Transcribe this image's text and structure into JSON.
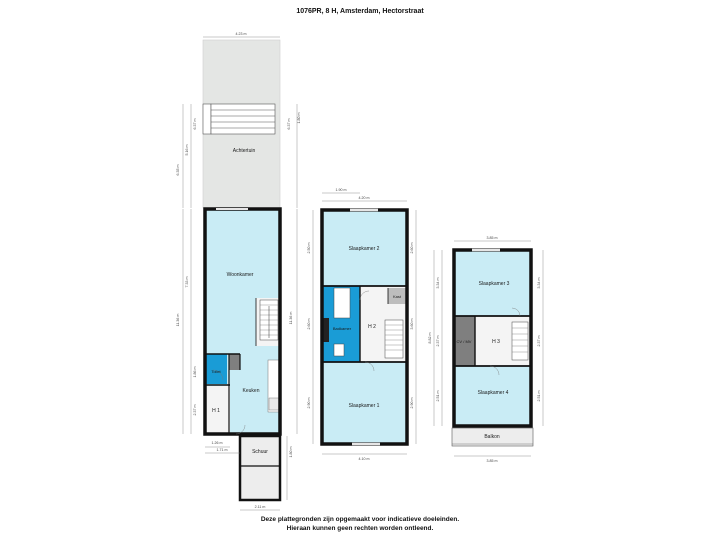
{
  "title": "1076PR, 8 H, Amsterdam, Hectorstraat",
  "footer": {
    "line1": "Deze plattegronden zijn opgemaakt voor indicatieve doeleinden.",
    "line2": "Hieraan kunnen geen rechten worden ontleend."
  },
  "rooms": {
    "achtertuin": "Achtertuin",
    "woonkamer": "Woonkamer",
    "toilet": "Toilet",
    "keuken": "Keuken",
    "h1": "H 1",
    "schuur": "Schuur",
    "slaapkamer2": "Slaapkamer 2",
    "badkamer": "Badkamer",
    "h2": "H 2",
    "kast": "Kast",
    "slaapkamer1": "Slaapkamer 1",
    "slaapkamer3": "Slaapkamer 3",
    "cvmv": "CV / MV",
    "h3": "H 3",
    "slaapkamer4": "Slaapkamer 4",
    "balkon": "Balkon"
  },
  "dims": {
    "g_top_width": "4.23 m",
    "g_left_garden_total": "6.35 m",
    "g_left_garden_inner": "5.16 m",
    "g_garden_a": "6.37 m",
    "g_right_a": "6.37 m",
    "g_right_b": "1.80 m",
    "g_left_house_total": "11.36 m",
    "g_left_woonkamer": "7.33 m",
    "g_left_keuken": "1.86 m",
    "g_left_h1": "2.37 m",
    "g_right_house": "11.36 m",
    "g_right_schuur": "1.80 m",
    "g_bottom_h1": "1.26 m",
    "g_bottom_h1b": "1.71 m",
    "g_bottom_schuur": "2.11 m",
    "f1_top_small": "1.90 m",
    "f1_top": "4.20 m",
    "f1_left_sk2": "2.50 m",
    "f1_left_bad": "2.60 m",
    "f1_left_sk1": "2.90 m",
    "f1_right_sk2": "2.60 m",
    "f1_right_h2": "3.60 m",
    "f1_right_sk1": "2.90 m",
    "f1_bottom": "4.10 m",
    "f2_top": "3.85 m",
    "f2_left_sk3": "3.34 m",
    "f2_left_total": "8.82 m",
    "f2_left_cv": "2.37 m",
    "f2_left_sk4": "2.51 m",
    "f2_right_sk3": "3.34 m",
    "f2_right_cv": "2.37 m",
    "f2_right_sk4": "2.51 m",
    "f2_bottom": "3.85 m"
  },
  "colors": {
    "room": "#c9ecf5",
    "garden": "#e4e6e4",
    "wet": "#1a9cd6",
    "hall": "#f4f4f4",
    "installatie": "#7f7f7f",
    "kast": "#bdbdbd",
    "shed": "#ededed"
  }
}
